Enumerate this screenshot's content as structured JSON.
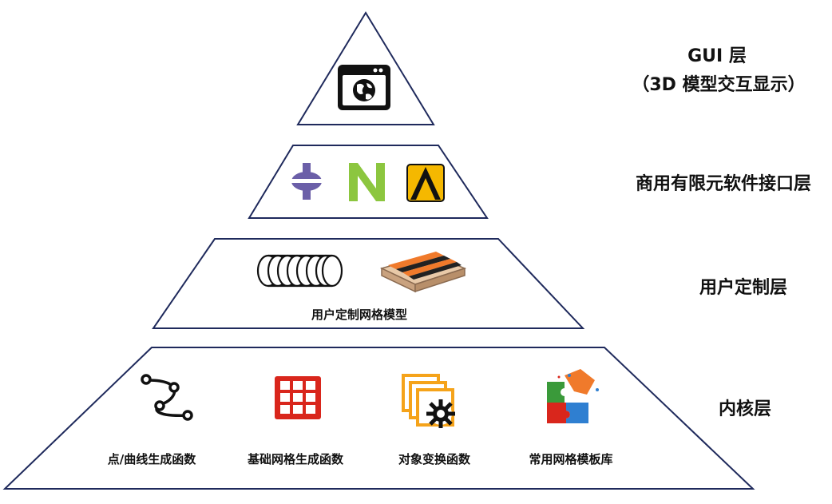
{
  "layers": [
    {
      "id": "gui",
      "label_line1": "GUI 层",
      "label_line2": "（3D 模型交互显示）"
    },
    {
      "id": "fem",
      "label": "商用有限元软件接口层"
    },
    {
      "id": "user",
      "label": "用户定制层",
      "item": "用户定制网格模型"
    },
    {
      "id": "core",
      "label": "内核层",
      "items": [
        "点/曲线生成函数",
        "基础网格生成函数",
        "对象变换函数",
        "常用网格模板库"
      ]
    }
  ],
  "icons": [
    "browser-globe-icon",
    "ansys-logo-icon",
    "nastran-logo-icon",
    "abaqus-logo-icon",
    "coil-model-icon",
    "plate-model-icon",
    "curve-points-icon",
    "grid-icon",
    "transform-gear-icon",
    "puzzle-icon"
  ],
  "colors": {
    "outline": "#1f2a5c",
    "accent_red": "#d9261c",
    "accent_orange": "#f5a31a",
    "accent_green": "#8cc63f",
    "purple": "#6b5fa8"
  }
}
